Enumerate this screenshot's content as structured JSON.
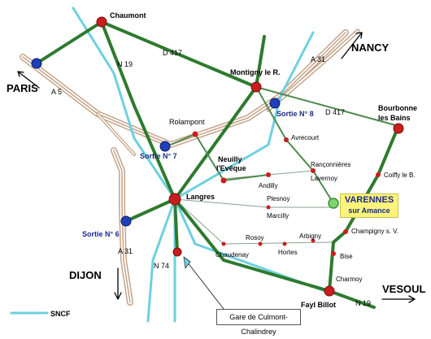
{
  "colors": {
    "motorway": "#c4a48a",
    "highway": "#2e7a2e",
    "local_road": "#4e8a4e",
    "rail": "#6ed0e0",
    "city": "#c81e1e",
    "exit": "#1f3fb8",
    "highlight": "#fbf37a"
  },
  "cities": {
    "chaumont": "Chaumont",
    "montigny": "Montigny le R.",
    "bourbonne_1": "Bourbonne",
    "bourbonne_2": "les Bains",
    "rolampont": "Rolampont",
    "neuilly_1": "Neuilly",
    "neuilly_2": "l'Evêque",
    "langres": "Langres",
    "avrecourt": "Avrecourt",
    "rançonnieres": "Rançonnières",
    "andilly": "Andilly",
    "lavernoy": "Lavernoy",
    "coiffy": "Coiffy le B.",
    "plesnoy": "Plesnoy",
    "marcilly": "Marcilly",
    "varennes_1": "VARENNES",
    "varennes_2": "sur Amance",
    "champigny": "Champigny s. V.",
    "rosoy": "Rosoy",
    "arbigny": "Arbigny",
    "chaudenay": "Chaudenay",
    "hortes": "Hortes",
    "bise": "Bise",
    "charmoy": "Charmoy",
    "fayl_billot": "Fayl Billot"
  },
  "roads": {
    "d417_a": "D 417",
    "d417_b": "D 417",
    "n19_top": "N 19",
    "a31_top": "A 31",
    "a5": "A 5",
    "a31_bottom": "A 31",
    "n74": "N 74",
    "n19_bottom": "N 19"
  },
  "exits": {
    "sortie_8": "Sortie N° 8",
    "sortie_7": "Sortie N° 7",
    "sortie_6": "Sortie N° 6"
  },
  "directions": {
    "paris": "PARIS",
    "nancy": "NANCY",
    "dijon": "DIJON",
    "vesoul": "VESOUL"
  },
  "legend": {
    "sncf": "SNCF"
  },
  "gare": "Gare de Culmont-Chalindrey"
}
